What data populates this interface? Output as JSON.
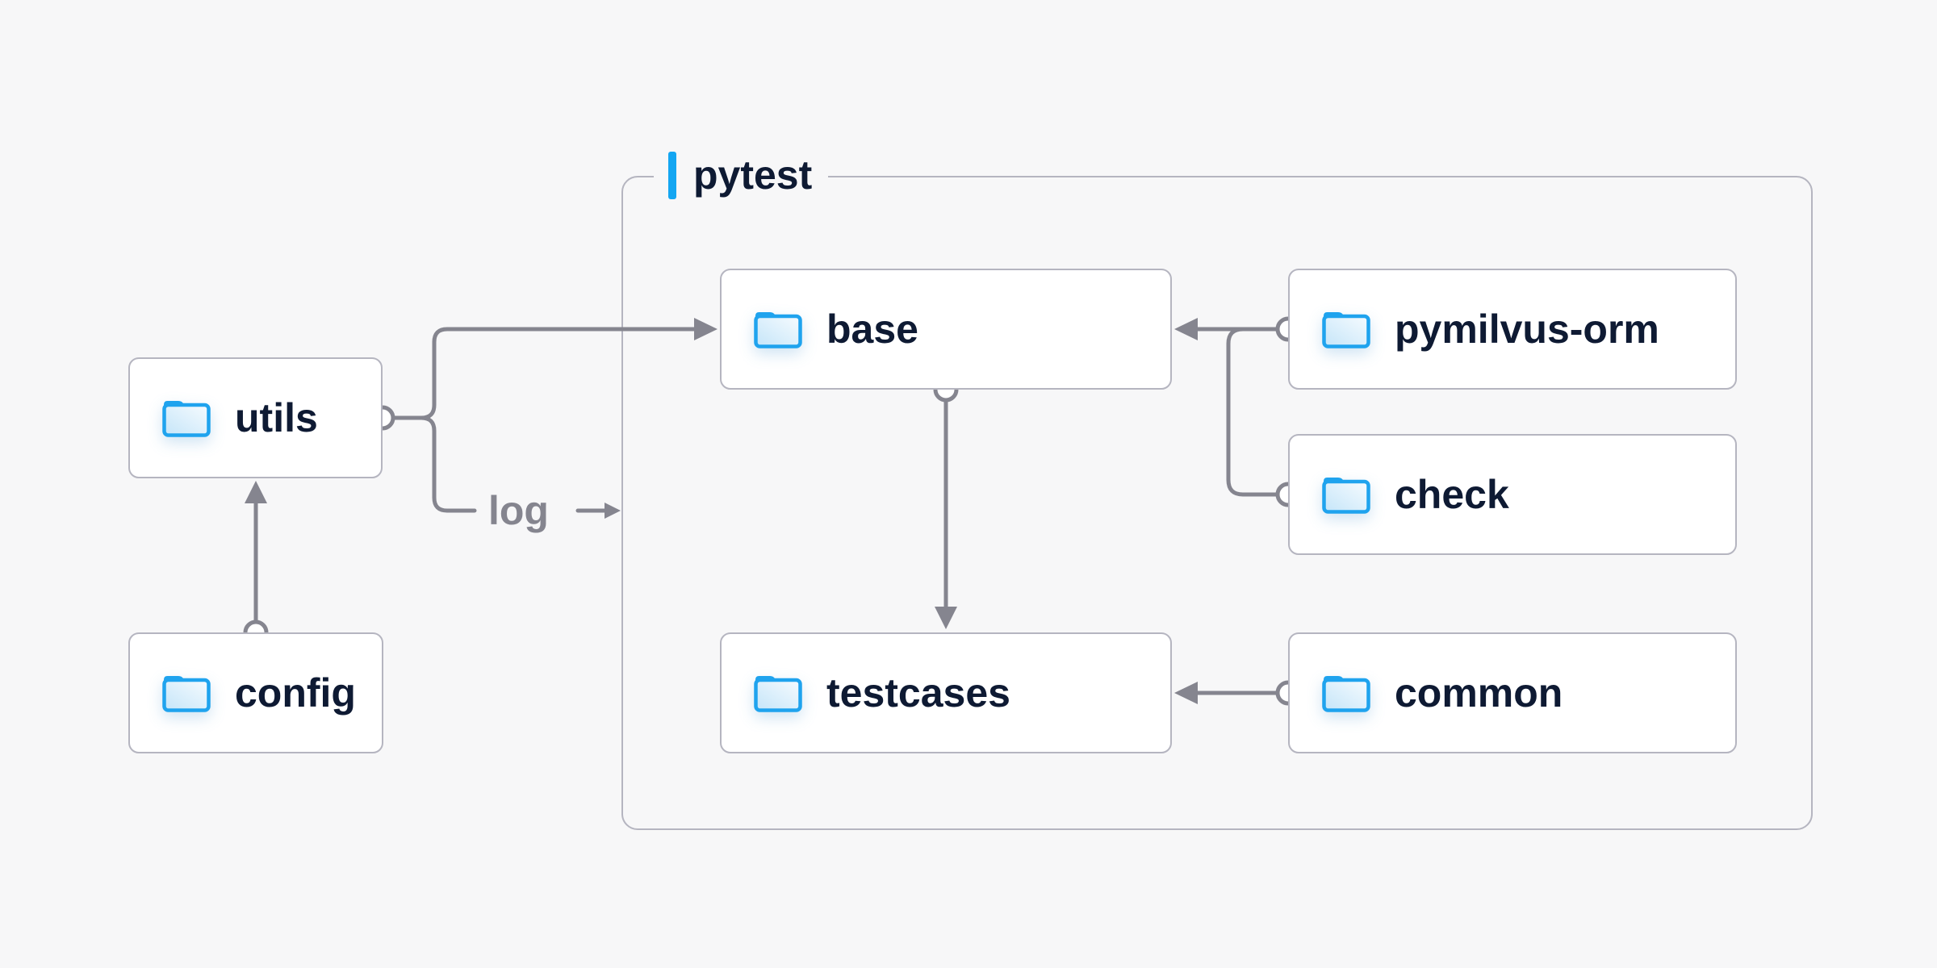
{
  "diagram": {
    "background_color": "#f7f7f8",
    "container": {
      "label": "pytest",
      "accent_bar_color": "#14a6f2"
    },
    "nodes": {
      "utils": {
        "label": "utils",
        "icon": "folder-icon"
      },
      "config": {
        "label": "config",
        "icon": "folder-icon"
      },
      "base": {
        "label": "base",
        "icon": "folder-icon"
      },
      "testcases": {
        "label": "testcases",
        "icon": "folder-icon"
      },
      "pymilvus_orm": {
        "label": "pymilvus-orm",
        "icon": "folder-icon"
      },
      "check": {
        "label": "check",
        "icon": "folder-icon"
      },
      "common": {
        "label": "common",
        "icon": "folder-icon"
      }
    },
    "edge_labels": {
      "log": "log"
    },
    "edges": [
      {
        "from": "utils",
        "to": "base",
        "style": "arrow"
      },
      {
        "from": "utils",
        "to": "log-label",
        "style": "arrow"
      },
      {
        "from": "config",
        "to": "utils",
        "style": "arrow"
      },
      {
        "from": "base",
        "to": "testcases",
        "style": "arrow"
      },
      {
        "from": "pymilvus-orm",
        "to": "base",
        "style": "arrow"
      },
      {
        "from": "check",
        "to": "base",
        "style": "arrow"
      },
      {
        "from": "common",
        "to": "testcases",
        "style": "arrow"
      }
    ],
    "colors": {
      "node_text": "#0e1a33",
      "line_gray": "#85858f",
      "border_gray": "#b5b5c0",
      "node_background": "#ffffff",
      "folder_blue": "#1fa3ee",
      "folder_fill_light": "#f2f9fe",
      "folder_fill_deep": "#c7e6f9",
      "accent_blue": "#14a6f2",
      "edge_label_gray": "#85858f"
    }
  }
}
